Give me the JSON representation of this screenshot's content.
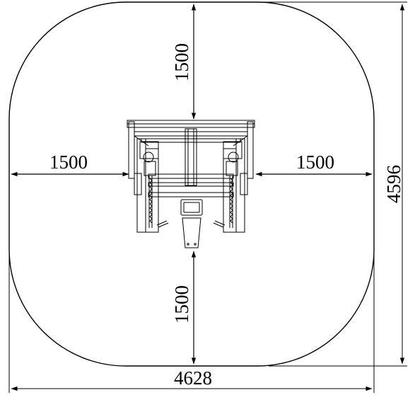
{
  "dimensions": {
    "top": "1500",
    "left": "1500",
    "right": "1500",
    "bottom": "1500",
    "overall_width": "4628",
    "overall_height": "4596"
  },
  "colors": {
    "line": "#000000",
    "background": "#ffffff"
  },
  "icons": {
    "equipment": "outdoor-fitness-machine-top-view-icon"
  }
}
